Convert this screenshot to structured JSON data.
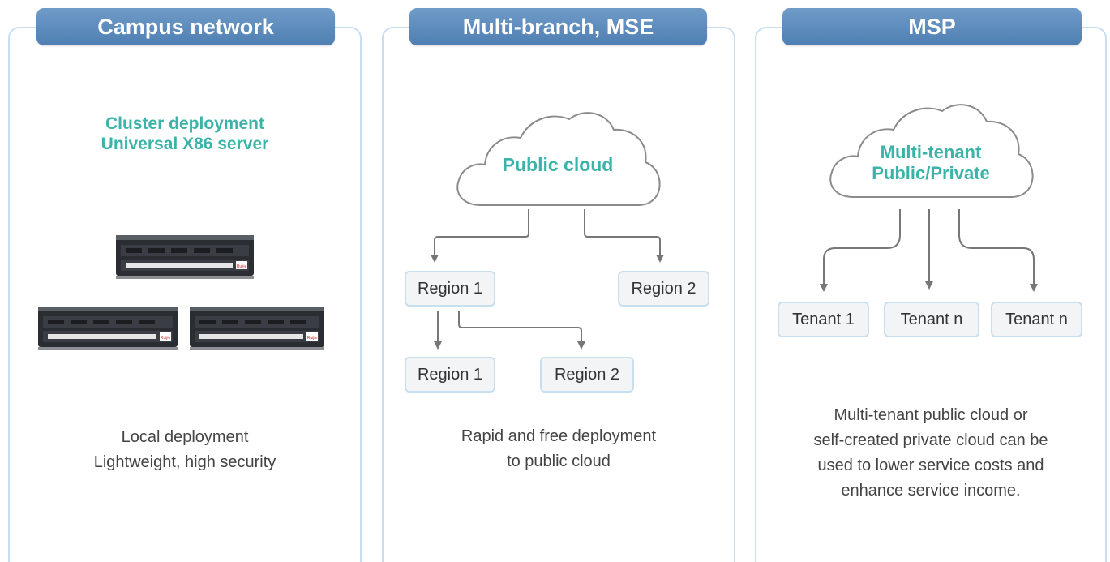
{
  "panels": {
    "campus": {
      "title": "Campus network",
      "heading_line1": "Cluster deployment",
      "heading_line2": "Universal X86 server",
      "server_labels": [
        "Ruijie",
        "Ruijie",
        "Ruijie"
      ],
      "desc_line1": "Local deployment",
      "desc_line2": "Lightweight, high security"
    },
    "multibranch": {
      "title": "Multi-branch, MSE",
      "cloud_label": "Public cloud",
      "top_left_region": "Region 1",
      "top_right_region": "Region 2",
      "bottom_left_region": "Region 1",
      "bottom_right_region": "Region 2",
      "desc_line1": "Rapid and free deployment",
      "desc_line2": "to public cloud"
    },
    "msp": {
      "title": "MSP",
      "cloud_line1": "Multi-tenant",
      "cloud_line2": "Public/Private",
      "tenants": [
        "Tenant 1",
        "Tenant n",
        "Tenant n"
      ],
      "desc_line1": "Multi-tenant public cloud or",
      "desc_line2": "self-created private cloud can be",
      "desc_line3": "used to lower service costs and",
      "desc_line4": "enhance service income."
    }
  },
  "colors": {
    "tab_top": "#6f9bc8",
    "tab_bottom": "#4f7fb2",
    "accent_teal": "#3bb3a8",
    "panel_border": "#c9dff0",
    "arrow": "#777777"
  }
}
